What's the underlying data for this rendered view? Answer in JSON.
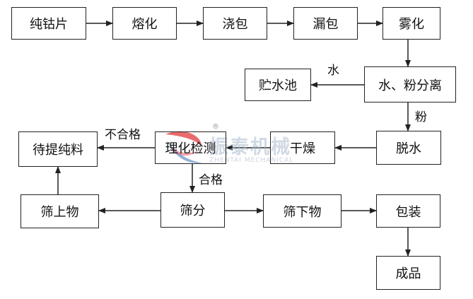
{
  "nodes": {
    "pure_cobalt_sheet": "纯钴片",
    "melting": "熔化",
    "pouring": "浇包",
    "tundish": "漏包",
    "atomizing": "雾化",
    "water_powder_separation": "水、粉分离",
    "water_pool": "贮水池",
    "dewatering": "脱水",
    "drying": "干燥",
    "physchem_test": "理化检测",
    "to_purify": "待提纯料",
    "sieving": "筛分",
    "oversize": "筛上物",
    "undersize": "筛下物",
    "packaging": "包装",
    "finished_product": "成品"
  },
  "edge_labels": {
    "water": "水",
    "powder": "粉",
    "unqualified": "不合格",
    "qualified": "合格"
  },
  "watermark": {
    "text_cn": "振泰机械",
    "text_en": "ZHENTAI MECHANICAL",
    "registered": "®"
  },
  "colors": {
    "line": "#222222",
    "watermark_red": "#e0393e",
    "watermark_blue": "#3a6fb5"
  }
}
